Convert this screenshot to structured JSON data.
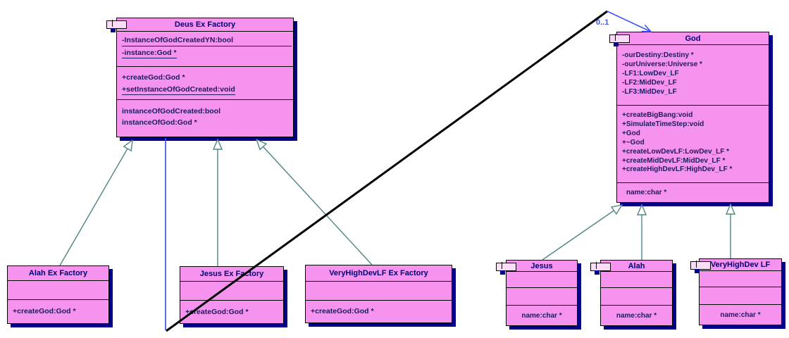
{
  "colors": {
    "box-fill": "#f693ef",
    "box-border": "#000000",
    "shadow": "#00008b",
    "title-text": "#000070",
    "member-text": "#1b1b5e",
    "teal": "#4f8585",
    "blue": "#3c55ee",
    "black-line": "#000000",
    "icon-fill": "#fbdcf9"
  },
  "labels": {
    "multiplicity": "0..1"
  },
  "classes": {
    "deus_ex_factory": {
      "title": "Deus Ex Factory",
      "attributes": [
        "-InstanceOfGodCreatedYN:bool",
        "-instance:God *"
      ],
      "operations": [
        "+createGod:God *",
        "+setInstanceOfGodCreated:void"
      ],
      "extras": [
        "instanceOfGodCreated:bool",
        "instanceOfGod:God *"
      ]
    },
    "god": {
      "title": "God",
      "attributes": [
        "-ourDestiny:Destiny *",
        "-ourUniverse:Universe *",
        "-LF1:LowDev_LF",
        "-LF2:MidDev_LF",
        "-LF3:MidDev_LF"
      ],
      "operations": [
        "+createBigBang:void",
        "+SimulateTimeStep:void",
        "+God",
        "+~God",
        "+createLowDevLF:LowDev_LF *",
        "+createMidDevLF:MidDev_LF *",
        "+createHighDevLF:HighDev_LF *"
      ],
      "extras": [
        "name:char *"
      ]
    },
    "alah_ex_factory": {
      "title": "Alah Ex Factory",
      "operations": [
        "+createGod:God *"
      ]
    },
    "jesus_ex_factory": {
      "title": "Jesus Ex Factory",
      "operations": [
        "+createGod:God *"
      ]
    },
    "veryhighdevlf_ex_factory": {
      "title": "VeryHighDevLF Ex Factory",
      "operations": [
        "+createGod:God *"
      ]
    },
    "jesus": {
      "title": "Jesus",
      "extras": [
        "name:char *"
      ]
    },
    "alah": {
      "title": "Alah",
      "extras": [
        "name:char *"
      ]
    },
    "veryhighdev_lf": {
      "title": "VeryHighDev LF",
      "extras": [
        "name:char *"
      ]
    }
  }
}
